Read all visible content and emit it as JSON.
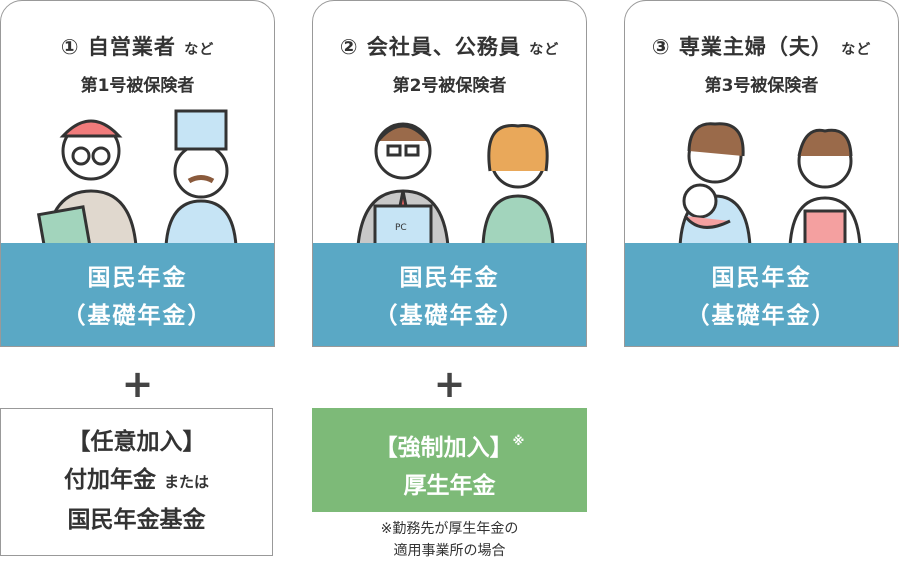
{
  "cards": [
    {
      "title": "① 自営業者",
      "suffix": "など",
      "subtitle": "第1号被保険者",
      "band_line1": "国民年金",
      "band_line2": "（基礎年金）"
    },
    {
      "title": "② 会社員、公務員",
      "suffix": "など",
      "subtitle": "第2号被保険者",
      "band_line1": "国民年金",
      "band_line2": "（基礎年金）",
      "badge": "PC"
    },
    {
      "title": "③ 専業主婦（夫）",
      "suffix": "など",
      "subtitle": "第3号被保険者",
      "band_line1": "国民年金",
      "band_line2": "（基礎年金）"
    }
  ],
  "plus": "+",
  "optional": {
    "line1": "【任意加入】",
    "line2": "付加年金",
    "line2_suffix": "または",
    "line3": "国民年金基金"
  },
  "mandatory": {
    "line1": "【強制加入】",
    "mark": "※",
    "line2": "厚生年金"
  },
  "note": {
    "line1": "※勤務先が厚生年金の",
    "line2": "適用事業所の場合"
  },
  "colors": {
    "band": "#5aa8c5",
    "green": "#7dba78"
  }
}
